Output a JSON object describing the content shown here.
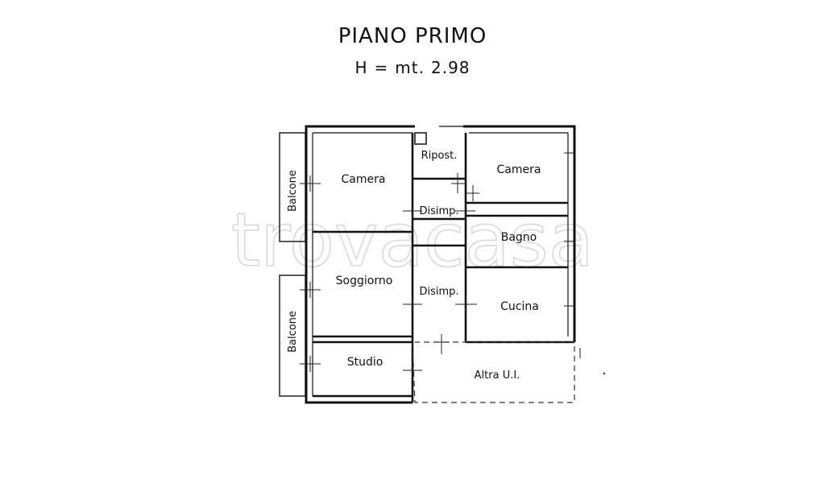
{
  "header": {
    "title": "PIANO PRIMO",
    "height_label": "H",
    "equals": "=",
    "unit": "mt.",
    "height_value": "2.98"
  },
  "watermark": "trovacasa",
  "rooms": {
    "camera_left": "Camera",
    "ripostiglio": "Ripost.",
    "camera_right": "Camera",
    "disimpegno_top": "Disimp.",
    "bagno": "Bagno",
    "soggiorno": "Soggiorno",
    "disimpegno_bottom": "Disimp.",
    "cucina": "Cucina",
    "studio": "Studio",
    "altra_ui": "Altra U.I.",
    "balcone_top": "Balcone",
    "balcone_bottom": "Balcone"
  }
}
